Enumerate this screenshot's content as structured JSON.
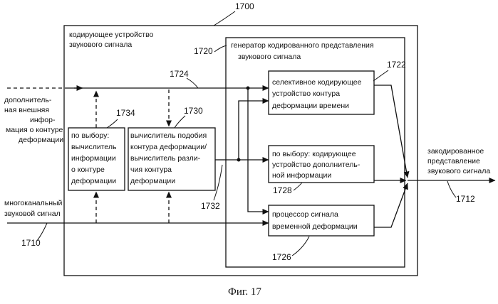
{
  "figure": {
    "caption": "Фиг. 17",
    "labels": {
      "n1700": "1700",
      "n1720": "1720",
      "n1722": "1722",
      "n1724": "1724",
      "n1726": "1726",
      "n1728": "1728",
      "n1730": "1730",
      "n1732": "1732",
      "n1734": "1734",
      "n1710": "1710",
      "n1712": "1712"
    },
    "encoder": {
      "lines": [
        "кодирующее устройство",
        "звукового сигнала"
      ]
    },
    "generator": {
      "lines": [
        "генератор  кодированного  представления",
        "звукового    сигнала"
      ]
    },
    "selective": {
      "lines": [
        "селективное кодирующее",
        "устройство контура",
        "деформации времени"
      ]
    },
    "optional_side": {
      "lines": [
        "по выбору: кодирующее",
        "устройство дополнитель-",
        "ной информации"
      ]
    },
    "warp_processor": {
      "lines": [
        "процессор сигнала",
        "временной деформации"
      ]
    },
    "optional_calc": {
      "lines": [
        "по выбору:",
        "вычислитель",
        "информации",
        "о контуре",
        "деформации"
      ]
    },
    "similarity_calc": {
      "lines": [
        "вычислитель подобия",
        "контура деформации/",
        "вычислитель разли-",
        "чия контура",
        "деформации"
      ]
    },
    "input_side": {
      "lines": [
        "дополнитель-",
        "ная внешняя",
        "инфор-",
        "мация о контуре",
        "деформации"
      ]
    },
    "input_audio": {
      "lines": [
        "многоканальный",
        "звуковой сигнал"
      ]
    },
    "output": {
      "lines": [
        "закодированное",
        "представление",
        "звукового сигнала"
      ]
    }
  }
}
